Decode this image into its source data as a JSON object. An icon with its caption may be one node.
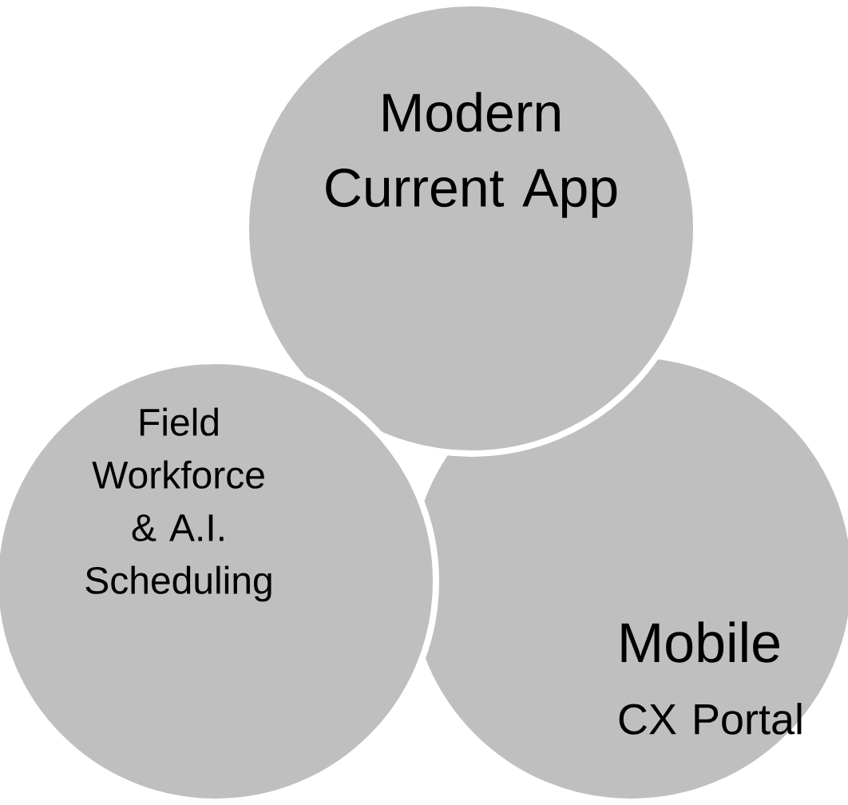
{
  "diagram": {
    "nodes": [
      {
        "text": [
          "Modern Current App"
        ]
      },
      {
        "text": [
          "Field Workforce & A.I. Scheduling"
        ]
      },
      {
        "text": [
          "Mobile",
          "CX Portal"
        ]
      }
    ]
  }
}
